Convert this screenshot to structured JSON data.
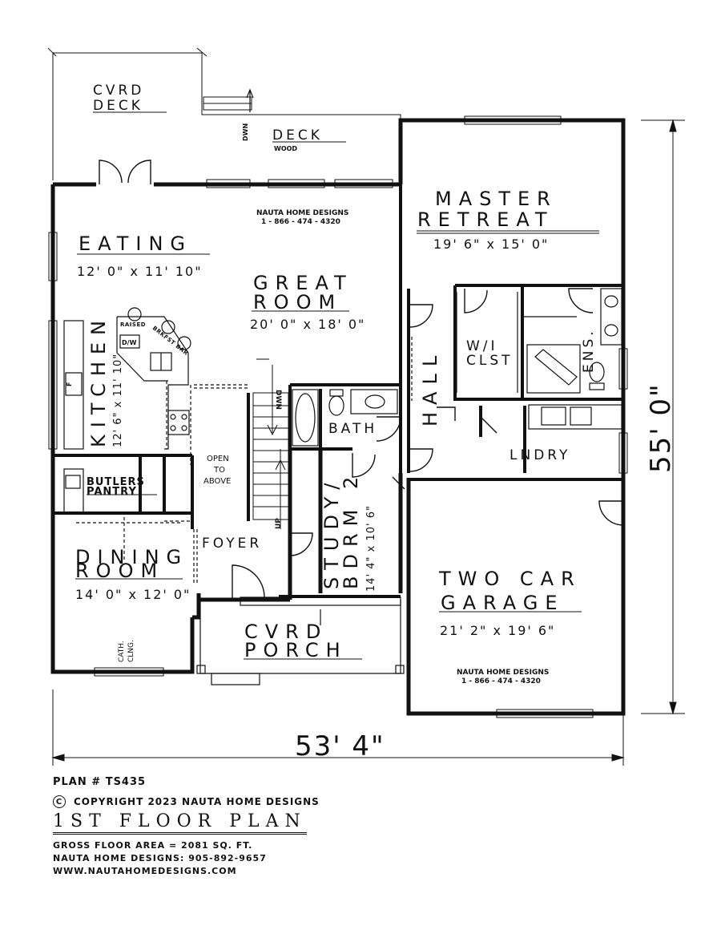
{
  "rooms": {
    "cvrd_deck": [
      "CVRD",
      "DECK"
    ],
    "deck": "DECK",
    "deck_material": "WOOD",
    "dwn_deck": "DWN",
    "master": [
      "MASTER",
      "RETREAT"
    ],
    "master_dim": "19' 6\" x 15' 0\"",
    "eating": "EATING",
    "eating_dim": "12' 0\" x 11' 10\"",
    "great": [
      "GREAT",
      "ROOM"
    ],
    "great_dim": "20' 0\" x 18' 0\"",
    "kitchen": "KITCHEN",
    "kitchen_dim": "12' 6\" x 11' 10\"",
    "raised": "RAISED",
    "brkfst_bar": "BRKFST BAR",
    "dw": "D/W",
    "fridge": "F",
    "wi_clst": [
      "W/I",
      "CLST"
    ],
    "ens": "ENS.",
    "hall": "HALL",
    "bath": "BATH",
    "lndry": "LNDRY",
    "dwn_stair": "DWN",
    "up_stair": "UP",
    "open_to_above": [
      "OPEN",
      "TO",
      "ABOVE"
    ],
    "butlers_pantry": [
      "BUTLERS",
      "PANTRY"
    ],
    "dining": [
      "DINING",
      "ROOM"
    ],
    "dining_dim": "14' 0\" x 12' 0\"",
    "cath_clng": [
      "CATH.",
      "CLNG."
    ],
    "foyer": "FOYER",
    "study": [
      "STUDY/",
      "BDRM 2"
    ],
    "study_dim": "14' 4\" x 10' 6\"",
    "porch": [
      "CVRD",
      "PORCH"
    ],
    "garage": [
      "TWO CAR",
      "GARAGE"
    ],
    "garage_dim": "21' 2\" x 19' 6\"",
    "watermark_top": [
      "NAUTA HOME DESIGNS",
      "1 - 866 - 474 - 4320"
    ],
    "watermark_garage": [
      "NAUTA HOME DESIGNS",
      "1 - 866 - 474 - 4320"
    ]
  },
  "dims": {
    "width": "53' 4\"",
    "depth": "55' 0\""
  },
  "info": {
    "plan": "PLAN # TS435",
    "copyright_symbol": "C",
    "copyright": "COPYRIGHT 2023 NAUTA HOME DESIGNS",
    "title": "1ST FLOOR PLAN",
    "area": "GROSS FLOOR AREA = 2081 SQ. FT.",
    "phone": "NAUTA HOME DESIGNS: 905-892-9657",
    "web": "WWW.NAUTAHOMEDESIGNS.COM"
  }
}
